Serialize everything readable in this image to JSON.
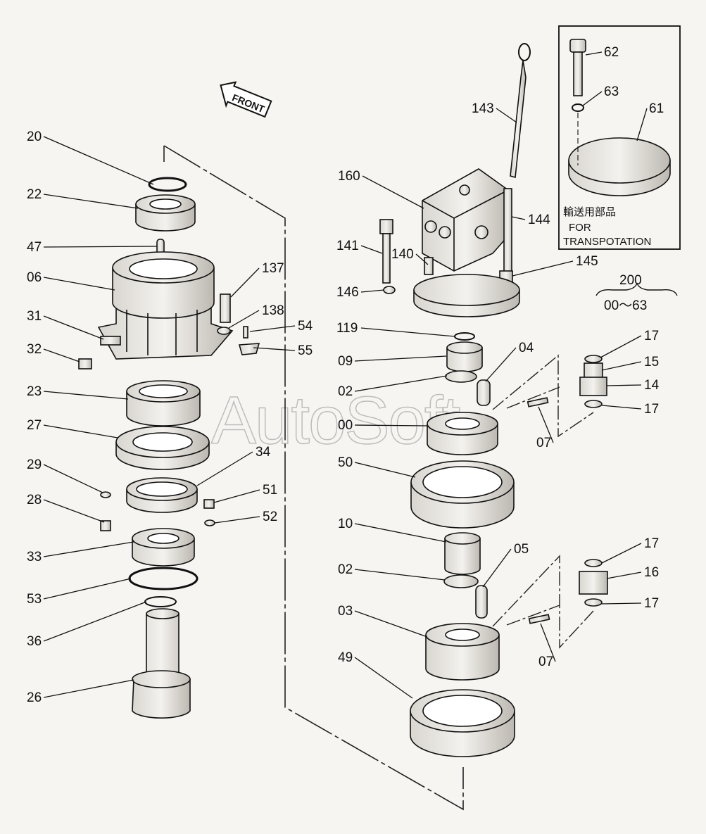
{
  "diagram": {
    "front_label": "FRONT",
    "watermark": "AutoSoft",
    "inset": {
      "caption_jp": "輸送用部品",
      "caption_en_1": "FOR",
      "caption_en_2": "TRANSPOTATION",
      "parts": [
        {
          "id": "61",
          "label": "61"
        },
        {
          "id": "62",
          "label": "62"
        },
        {
          "id": "63",
          "label": "63"
        }
      ]
    },
    "assembly": {
      "label": "200",
      "range": "00～63"
    },
    "parts": [
      {
        "id": "20",
        "label": "20"
      },
      {
        "id": "22",
        "label": "22"
      },
      {
        "id": "47",
        "label": "47"
      },
      {
        "id": "06",
        "label": "06"
      },
      {
        "id": "31",
        "label": "31"
      },
      {
        "id": "32",
        "label": "32"
      },
      {
        "id": "137",
        "label": "137"
      },
      {
        "id": "138",
        "label": "138"
      },
      {
        "id": "54",
        "label": "54"
      },
      {
        "id": "55",
        "label": "55"
      },
      {
        "id": "23",
        "label": "23"
      },
      {
        "id": "27",
        "label": "27"
      },
      {
        "id": "34",
        "label": "34"
      },
      {
        "id": "29",
        "label": "29"
      },
      {
        "id": "28",
        "label": "28"
      },
      {
        "id": "51",
        "label": "51"
      },
      {
        "id": "52",
        "label": "52"
      },
      {
        "id": "33",
        "label": "33"
      },
      {
        "id": "53",
        "label": "53"
      },
      {
        "id": "36",
        "label": "36"
      },
      {
        "id": "26",
        "label": "26"
      },
      {
        "id": "143",
        "label": "143"
      },
      {
        "id": "160",
        "label": "160"
      },
      {
        "id": "144",
        "label": "144"
      },
      {
        "id": "141",
        "label": "141"
      },
      {
        "id": "140",
        "label": "140"
      },
      {
        "id": "145",
        "label": "145"
      },
      {
        "id": "146",
        "label": "146"
      },
      {
        "id": "119",
        "label": "119"
      },
      {
        "id": "09",
        "label": "09"
      },
      {
        "id": "04",
        "label": "04"
      },
      {
        "id": "02a",
        "label": "02"
      },
      {
        "id": "00",
        "label": "00"
      },
      {
        "id": "50",
        "label": "50"
      },
      {
        "id": "17a",
        "label": "17"
      },
      {
        "id": "15",
        "label": "15"
      },
      {
        "id": "14",
        "label": "14"
      },
      {
        "id": "17b",
        "label": "17"
      },
      {
        "id": "07a",
        "label": "07"
      },
      {
        "id": "10",
        "label": "10"
      },
      {
        "id": "05",
        "label": "05"
      },
      {
        "id": "02b",
        "label": "02"
      },
      {
        "id": "03",
        "label": "03"
      },
      {
        "id": "49",
        "label": "49"
      },
      {
        "id": "17c",
        "label": "17"
      },
      {
        "id": "16",
        "label": "16"
      },
      {
        "id": "17d",
        "label": "17"
      },
      {
        "id": "07b",
        "label": "07"
      }
    ]
  }
}
